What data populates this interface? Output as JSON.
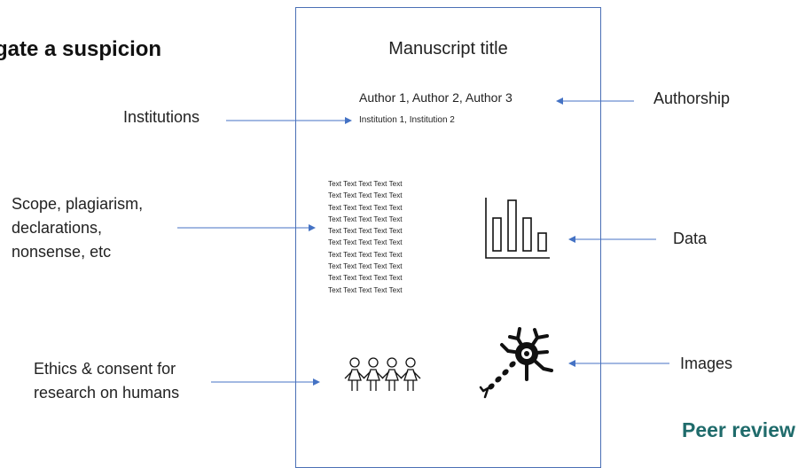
{
  "heading": "gate a suspicion",
  "manuscript": {
    "title": "Manuscript title",
    "authors": "Author 1, Author 2, Author 3",
    "institutions": "Institution 1, Institution 2",
    "text_lines": [
      "Text Text Text Text Text",
      "Text Text Text Text Text",
      "Text Text Text Text Text",
      "Text Text Text Text Text",
      "Text Text Text Text Text",
      "Text Text Text Text Text",
      "Text Text Text Text Text",
      "Text Text Text Text Text",
      "Text Text Text Text Text",
      "Text Text Text Text Text"
    ]
  },
  "labels": {
    "authorship": "Authorship",
    "institutions": "Institutions",
    "scope_line1": "Scope, plagiarism,",
    "scope_line2": "declarations,",
    "scope_line3": "nonsense, etc",
    "data": "Data",
    "ethics_line1": "Ethics & consent for",
    "ethics_line2": "research on humans",
    "images": "Images"
  },
  "footer": "Peer review",
  "icons": [
    "bar-chart-icon",
    "people-icon",
    "neuron-icon"
  ],
  "colors": {
    "arrow": "#4472c4",
    "frame": "#4a6fb5",
    "footer": "#1f6b6b"
  }
}
